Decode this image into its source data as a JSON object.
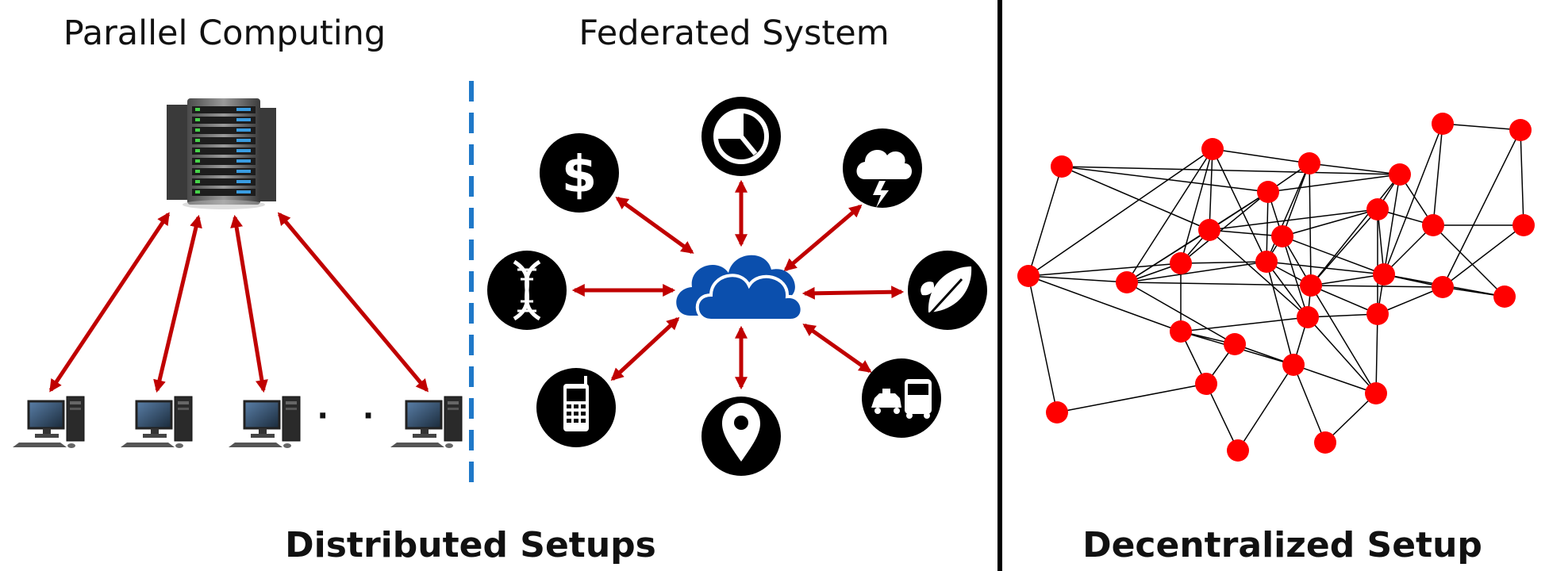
{
  "titles": {
    "parallel": "Parallel Computing",
    "federated": "Federated System",
    "distributed": "Distributed Setups",
    "decentralized": "Decentralized Setup"
  },
  "ellipsis": "· · ·",
  "colors": {
    "arrow": "#c00000",
    "divider_dashed": "#1f78c8",
    "divider_solid": "#000000",
    "cloud": "#0b4fad",
    "node": "#ff0000",
    "icon_bg": "#000000"
  },
  "federated_icons": [
    "dollar-icon",
    "clock-icon",
    "storm-cloud-icon",
    "dna-icon",
    "leaf-icon",
    "phone-icon",
    "location-pin-icon",
    "vehicles-icon"
  ],
  "parallel_icons": [
    "server-rack-icon",
    "desktop-computer-icon"
  ]
}
